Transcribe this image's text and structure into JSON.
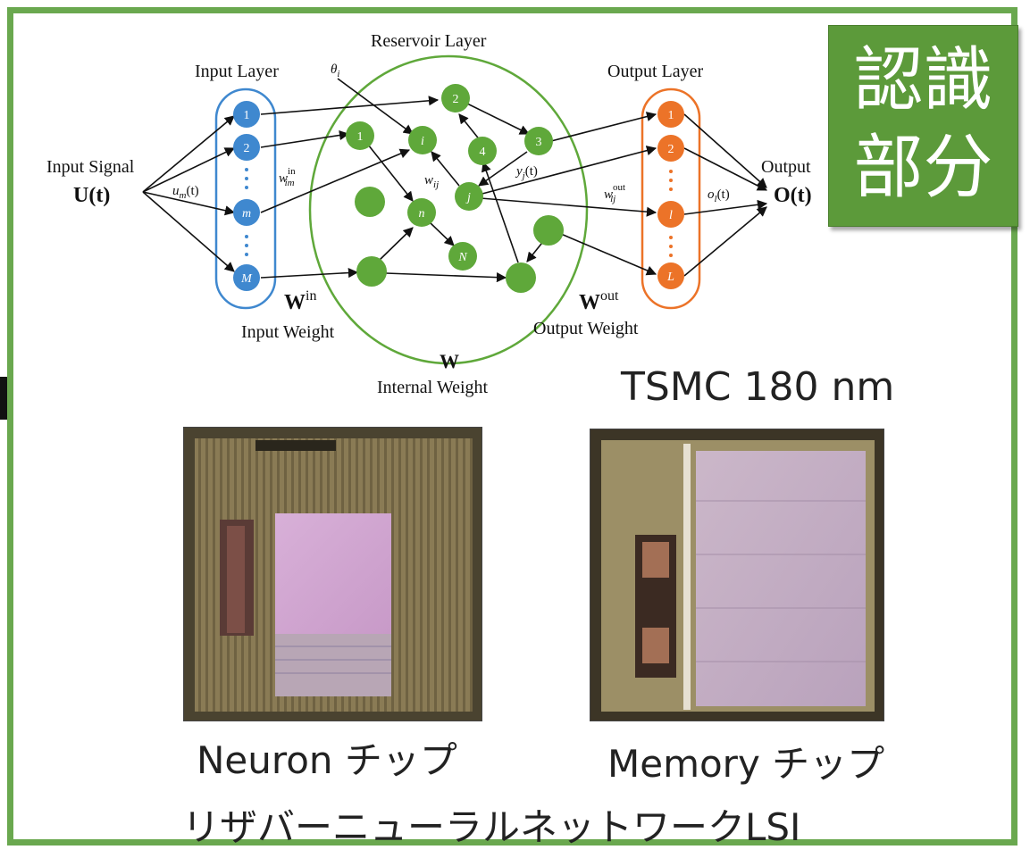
{
  "badge": {
    "line1": "認識",
    "line2": "部分"
  },
  "diagram": {
    "reservoir_layer": "Reservoir Layer",
    "input_layer": "Input Layer",
    "output_layer": "Output Layer",
    "input_signal": "Input Signal",
    "input_signal_symbol": "U(t)",
    "u_m": "u",
    "u_m_sub": "m",
    "u_m_arg": "(t)",
    "theta": "θ",
    "theta_sub": "i",
    "w_in_sym": "w",
    "w_in_sup": "in",
    "w_in_sub": "im",
    "w_ij": "w",
    "w_ij_sub": "ij",
    "y_j": "y",
    "y_j_sub": "j",
    "y_j_arg": "(t)",
    "w_out_sym": "w",
    "w_out_sup": "out",
    "w_out_sub": "lj",
    "o_l": "o",
    "o_l_sub": "l",
    "o_l_arg": "(t)",
    "output": "Output",
    "output_symbol": "O(t)",
    "W_in_bold": "W",
    "W_in_sup": "in",
    "input_weight": "Input Weight",
    "W_out_bold": "W",
    "W_out_sup": "out",
    "output_weight": "Output Weight",
    "W_bold": "W",
    "internal_weight": "Internal Weight",
    "input_nodes": [
      "1",
      "2",
      "m",
      "M"
    ],
    "reservoir_nodes": [
      "2",
      "1",
      "i",
      "4",
      "3",
      "j",
      "n",
      "N"
    ],
    "output_nodes": [
      "1",
      "2",
      "l",
      "L"
    ],
    "colors": {
      "input": "#3f88cf",
      "reservoir": "#5fa83a",
      "output": "#ec7328",
      "frame": "#6aa84f"
    }
  },
  "process": "TSMC 180 nm",
  "chips": {
    "neuron_caption": "Neuron チップ",
    "memory_caption": "Memory チップ"
  },
  "bottom_title": "リザバーニューラルネットワークLSI"
}
